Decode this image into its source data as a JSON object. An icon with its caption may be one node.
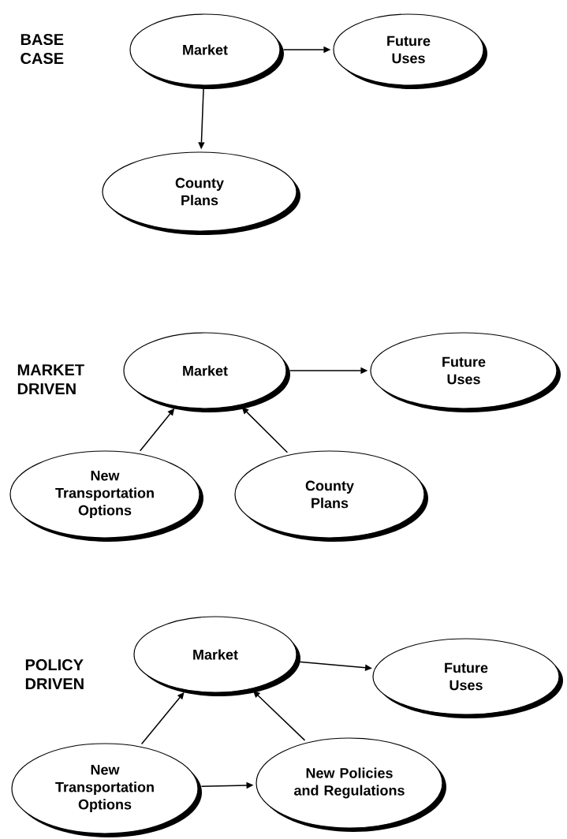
{
  "diagram": {
    "nodes": [
      {
        "text": [
          "Market"
        ]
      },
      {
        "text": [
          "Future Uses"
        ]
      },
      {
        "text": [
          "County Plans"
        ]
      },
      {
        "text": [
          "Market"
        ]
      },
      {
        "text": [
          "Future Uses"
        ]
      },
      {
        "text": [
          "New Transportation Options"
        ]
      },
      {
        "text": [
          "County Plans"
        ]
      },
      {
        "text": [
          "Market"
        ]
      },
      {
        "text": [
          "Future Uses"
        ]
      },
      {
        "text": [
          "New Transportation Options"
        ]
      },
      {
        "text": [
          "New Policies and Regulations"
        ]
      }
    ],
    "edges": [
      {
        "from": 0,
        "to": 1,
        "arrow": "to"
      },
      {
        "from": 0,
        "to": 2,
        "arrow": "to"
      },
      {
        "from": 3,
        "to": 4,
        "arrow": "to"
      },
      {
        "from": 5,
        "to": 3,
        "arrow": "to"
      },
      {
        "from": 6,
        "to": 3,
        "arrow": "to"
      },
      {
        "from": 7,
        "to": 8,
        "arrow": "to"
      },
      {
        "from": 9,
        "to": 7,
        "arrow": "to"
      },
      {
        "from": 10,
        "to": 7,
        "arrow": "to"
      },
      {
        "from": 9,
        "to": 10,
        "arrow": "to"
      }
    ],
    "labels": [
      "BASE CASE",
      "MARKET DRIVEN",
      "POLICY DRIVEN"
    ]
  }
}
